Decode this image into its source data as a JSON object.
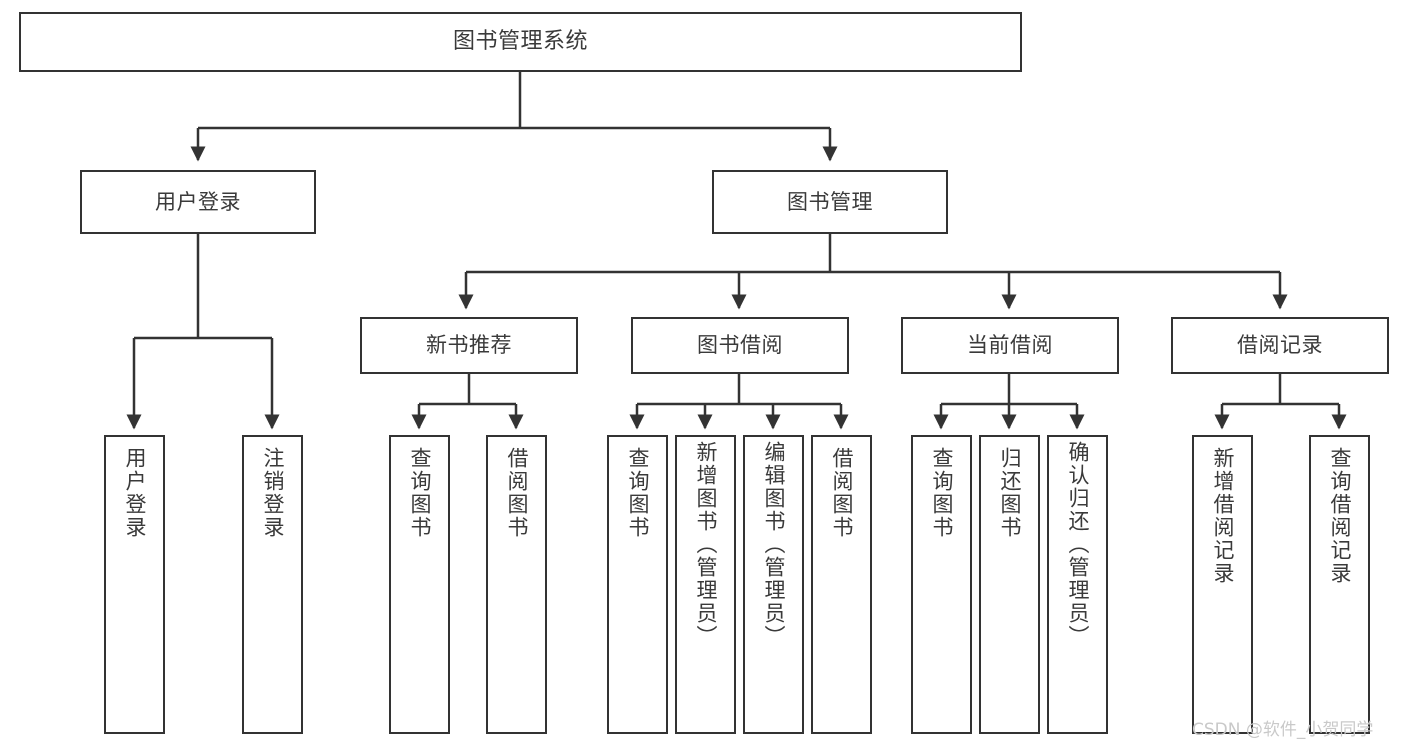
{
  "diagram": {
    "title": "图书管理系统",
    "type": "tree-hierarchy",
    "watermark": "CSDN @软件_小贺同学",
    "colors": {
      "stroke": "#333333",
      "text": "#3a3a3a",
      "background": "#ffffff",
      "watermark": "#c9c9c9"
    }
  },
  "nodes": {
    "root": {
      "label": "图书管理系统"
    },
    "level1": [
      {
        "id": "user-login",
        "label": "用户登录"
      },
      {
        "id": "book-management",
        "label": "图书管理"
      }
    ],
    "level2": [
      {
        "id": "new-book-recommend",
        "label": "新书推荐"
      },
      {
        "id": "book-borrow",
        "label": "图书借阅"
      },
      {
        "id": "current-borrow",
        "label": "当前借阅"
      },
      {
        "id": "borrow-record",
        "label": "借阅记录"
      }
    ],
    "leaves": [
      {
        "id": "leaf-user-login",
        "label": "用户登录",
        "parent": "user-login"
      },
      {
        "id": "leaf-logout",
        "label": "注销登录",
        "parent": "user-login"
      },
      {
        "id": "leaf-query-book-1",
        "label": "查询图书",
        "parent": "new-book-recommend"
      },
      {
        "id": "leaf-borrow-book-1",
        "label": "借阅图书",
        "parent": "new-book-recommend"
      },
      {
        "id": "leaf-query-book-2",
        "label": "查询图书",
        "parent": "book-borrow"
      },
      {
        "id": "leaf-add-book",
        "label": "新增图书（管理员）",
        "parent": "book-borrow"
      },
      {
        "id": "leaf-edit-book",
        "label": "编辑图书（管理员）",
        "parent": "book-borrow"
      },
      {
        "id": "leaf-borrow-book-2",
        "label": "借阅图书",
        "parent": "book-borrow"
      },
      {
        "id": "leaf-query-book-3",
        "label": "查询图书",
        "parent": "current-borrow"
      },
      {
        "id": "leaf-return-book",
        "label": "归还图书",
        "parent": "current-borrow"
      },
      {
        "id": "leaf-confirm-return",
        "label": "确认归还（管理员）",
        "parent": "current-borrow"
      },
      {
        "id": "leaf-add-record",
        "label": "新增借阅记录",
        "parent": "borrow-record"
      },
      {
        "id": "leaf-query-record",
        "label": "查询借阅记录",
        "parent": "borrow-record"
      }
    ]
  }
}
